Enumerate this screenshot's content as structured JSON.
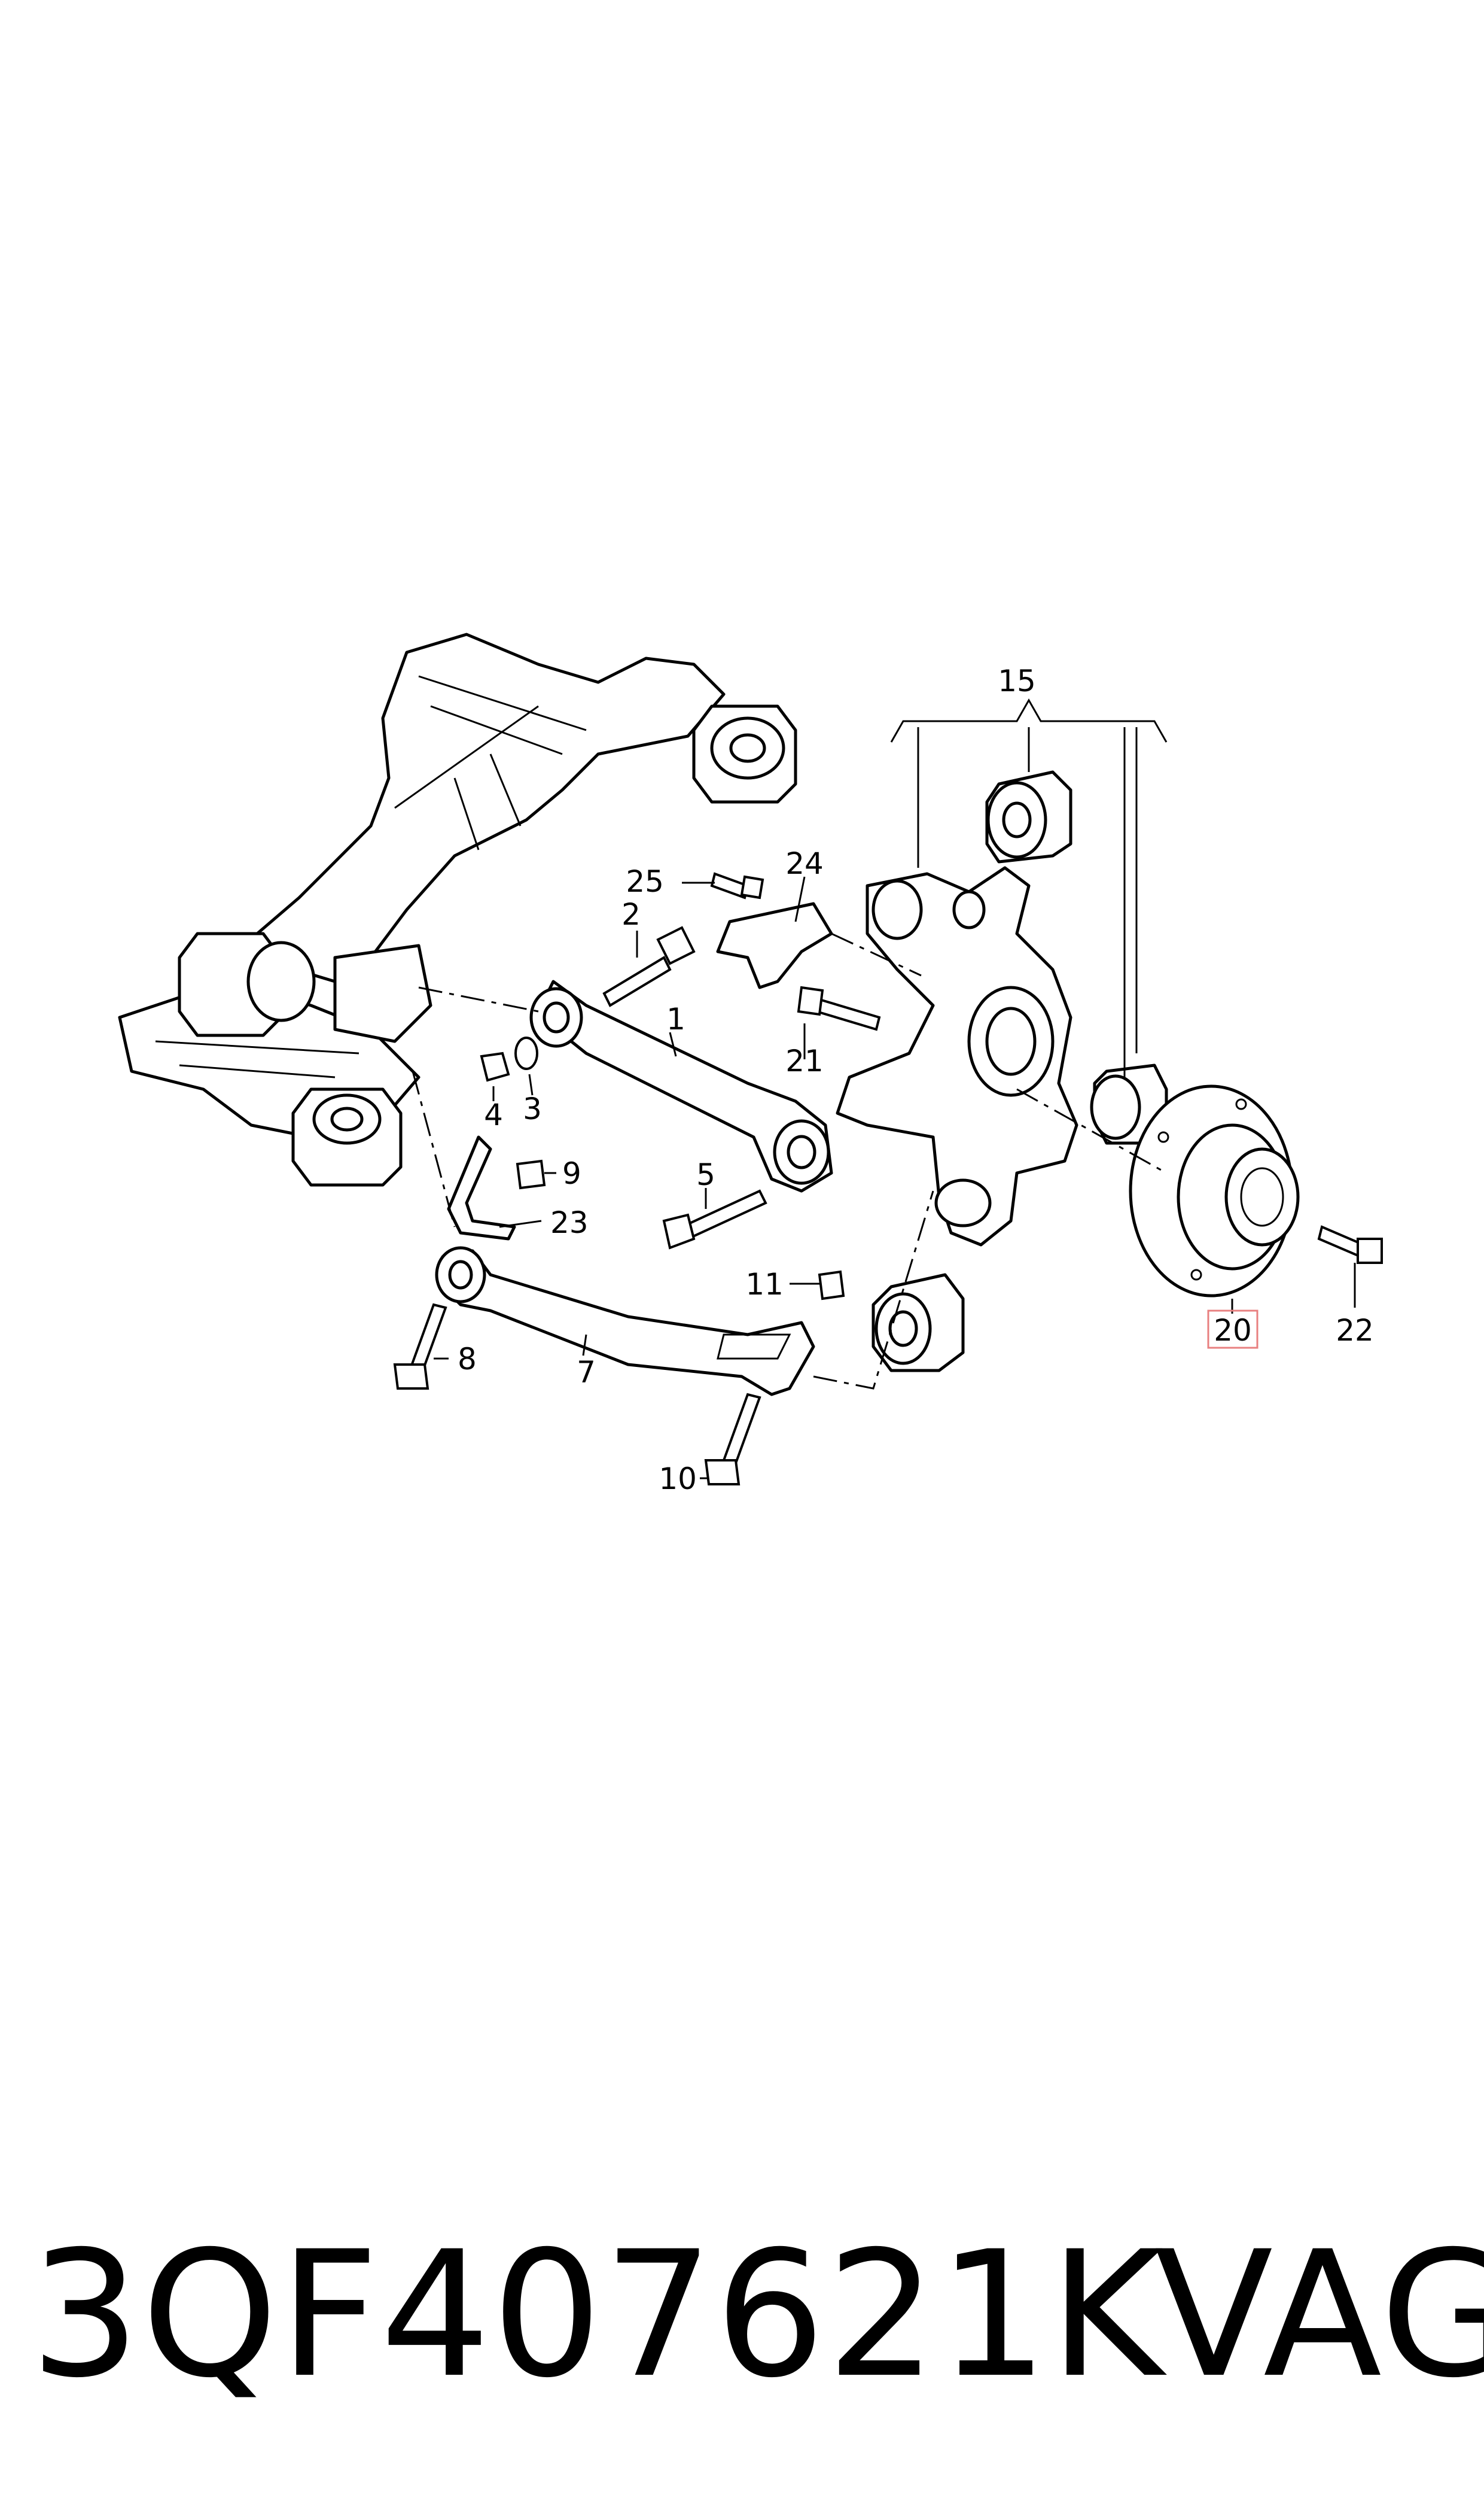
{
  "callouts": {
    "c1": "1",
    "c2": "2",
    "c3": "3",
    "c4": "4",
    "c5": "5",
    "c7": "7",
    "c8": "8",
    "c9": "9",
    "c10": "10",
    "c11": "11",
    "c15": "15",
    "c20": "20",
    "c21": "21",
    "c22": "22",
    "c23": "23",
    "c24": "24",
    "c25": "25"
  },
  "highlight_color": "#e88080",
  "footer": {
    "part_number": "3QF407621K",
    "brand": "VAG"
  }
}
